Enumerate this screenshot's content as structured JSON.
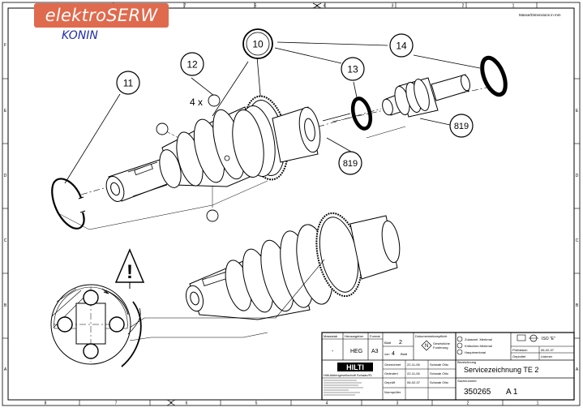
{
  "logo": {
    "brand": "elektroSERW",
    "city": "KONIN"
  },
  "units_note": "Masse/Dimensions in mm",
  "border": {
    "columns": [
      "8",
      "7",
      "6",
      "5",
      "4",
      "3",
      "2",
      "1"
    ],
    "rows": [
      "F",
      "E",
      "D",
      "C",
      "B",
      "A"
    ]
  },
  "callouts": {
    "c10": "10",
    "c11": "11",
    "c12": "12",
    "c13": "13",
    "c14": "14",
    "c819a": "819",
    "c819b": "819",
    "qty": "4 x",
    "warning": "!"
  },
  "title_block": {
    "massstab_label": "Massstab",
    "massstab_value": "-",
    "herausgeber_label": "Herausgeber",
    "herausgeber_value": "HEG",
    "format_label": "Format",
    "format_value": "A3",
    "blatt_label": "Blatt",
    "blatt_value": "2",
    "von_label": "von",
    "von_value": "4",
    "blatt2_label": "Blatt",
    "doc_label": "Dokumentationspflicht",
    "n_symbol": "N",
    "n_text1": "Gesetzliche",
    "n_text2": "Forderung",
    "merkmal_1": "Zulassrel. Merkmal",
    "merkmal_2": "Kritisches Merkmal",
    "merkmal_3": "Hauptmerkmal",
    "iso_label": "ISO \"E\"",
    "pruef_label": "Prüfdatum",
    "pruef_value": "06-02-07",
    "geplottet_label": "Geplottet",
    "geplottet_value": "Listener",
    "gezeichnet_label": "Gezeichnet",
    "gezeichnet_date": "22-11-06",
    "gezeichnet_name": "Schwab Otto",
    "geaendert_label": "Geändert",
    "geaendert_date": "22-11-06",
    "geaendert_name": "Schwab Otto",
    "geprueft_label": "Geprüft",
    "geprueft_date": "06-02-07",
    "geprueft_name": "Schwab Otto",
    "normpruefer_label": "Normprüfer",
    "company": "Hilti Aktiengesellschaft Schaan/FL",
    "brand_logo": "HILTI",
    "bezeichnung_label": "Bezeichnung",
    "bezeichnung_value": "Servicezeichnung TE 2",
    "sachnummer_label": "Sachnummer",
    "sachnummer_value": "350265",
    "revision_value": "A 1"
  }
}
